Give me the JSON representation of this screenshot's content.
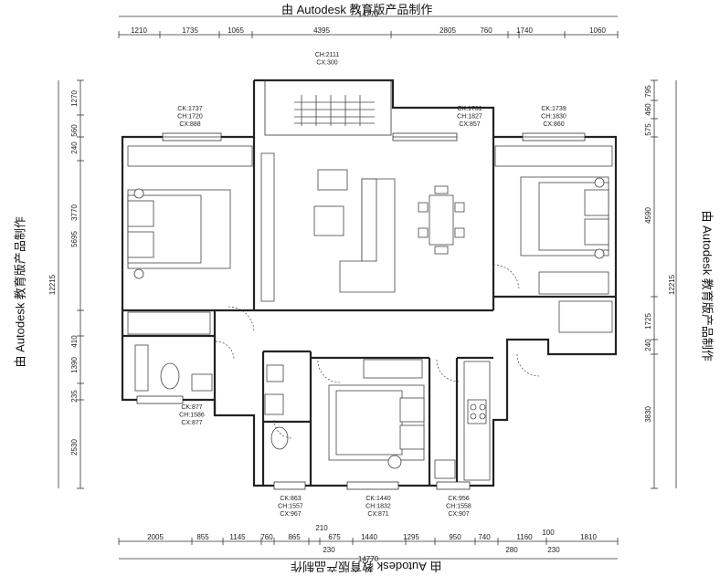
{
  "watermark": {
    "top": "由 Autodesk 教育版产品制作",
    "bottom": "由 Autodesk 教育版产品制作",
    "left": "由 Autodesk 教育版产品制作",
    "right": "由 Autodesk 教育版产品制作"
  },
  "dimensions": {
    "top_total": "14770",
    "top": [
      "1210",
      "1735",
      "1065",
      "4395",
      "2805",
      "760",
      "1740",
      "1060"
    ],
    "bottom_total": "14770",
    "bottom": [
      "2005",
      "855",
      "1145",
      "760",
      "865",
      "675",
      "1440",
      "1295",
      "950",
      "740",
      "1160",
      "1810"
    ],
    "bottom_extra": [
      "210",
      "230",
      "100",
      "280",
      "230"
    ],
    "left_total": "12215",
    "left_sub": "5695",
    "left": [
      "1270",
      "560",
      "240",
      "3770",
      "410",
      "1390",
      "235",
      "2530"
    ],
    "right_total": "12215",
    "right": [
      "795",
      "460",
      "575",
      "4590",
      "1725",
      "240",
      "3830"
    ]
  },
  "window_labels": [
    {
      "id": "top-center",
      "lines": [
        "CH:2111",
        "CX:300"
      ]
    },
    {
      "id": "top-left",
      "lines": [
        "CK:1737",
        "CH:1720",
        "CX:888"
      ]
    },
    {
      "id": "top-mid",
      "lines": [
        "CK:1731",
        "CH:1827",
        "CX:857"
      ]
    },
    {
      "id": "top-right",
      "lines": [
        "CK:1739",
        "CH:1830",
        "CX:860"
      ]
    },
    {
      "id": "mid-left",
      "lines": [
        "CK:877",
        "CH:1586",
        "CX:877"
      ]
    },
    {
      "id": "bottom-1",
      "lines": [
        "CK:863",
        "CH:1557",
        "CX:967"
      ]
    },
    {
      "id": "bottom-2",
      "lines": [
        "CK:1440",
        "CH:1832",
        "CX:871"
      ]
    },
    {
      "id": "bottom-3",
      "lines": [
        "CK:956",
        "CH:1558",
        "CX:907"
      ]
    }
  ]
}
